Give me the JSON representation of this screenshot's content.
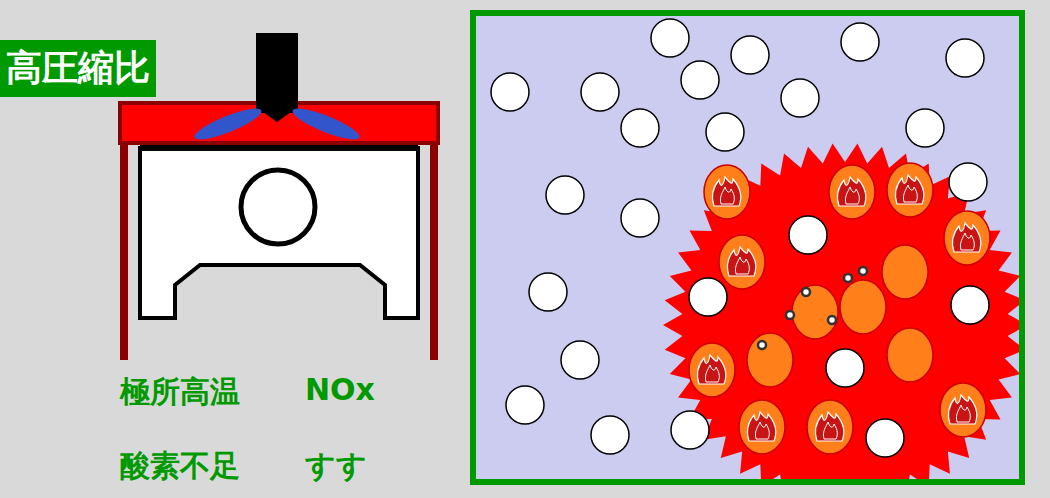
{
  "diagram": {
    "nodes": [
      {
        "text": [
          "高圧縮比"
        ]
      }
    ],
    "labels": [
      "極所高温",
      "NOx",
      "酸素不足",
      "すす"
    ]
  }
}
